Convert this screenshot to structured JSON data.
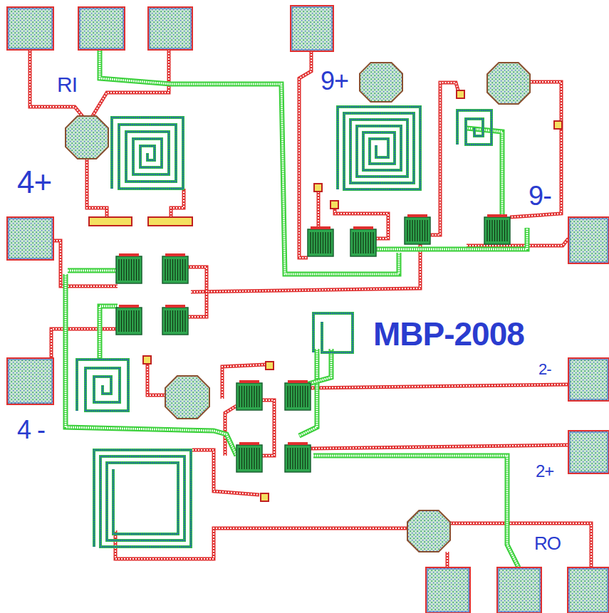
{
  "diagram": {
    "labels": [
      "RI",
      "4+",
      "9+",
      "9-",
      "MBP-2008",
      "2-",
      "4 -",
      "2+",
      "RO"
    ]
  }
}
